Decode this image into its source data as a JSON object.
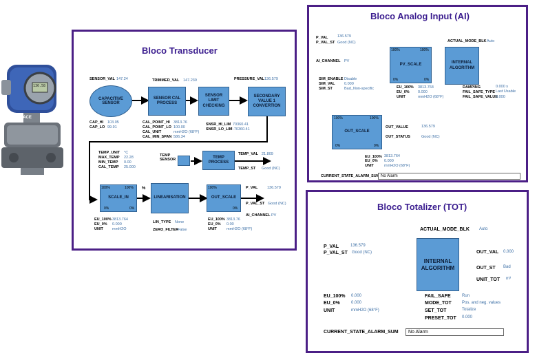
{
  "transducer": {
    "title": "Bloco Transducer",
    "capacitive_sensor": "CAPACITIVE SENSOR",
    "sensor_cal": "SENSOR CAL PROCESS",
    "sensor_limit": "SENSOR LIMIT CHECKING",
    "secondary": "SECONDARY VALUE 1 CONVERTION",
    "temp_process": "TEMP PROCESS",
    "scale_in": "SCALE_IN",
    "linearisation": "LINEARISATION",
    "out_scale": "OUT_SCALE",
    "sensor_val_lbl": "SENSOR_VAL",
    "sensor_val": "147.24",
    "trimmed_val_lbl": "TRIMMED_VAL",
    "trimmed_val": "147.239",
    "pressure_val_lbl": "PRESSURE_VAL",
    "pressure_val": "136.579",
    "cap_hi_lbl": "CAP_HI",
    "cap_hi": "103.05",
    "cap_lo_lbl": "CAP_LO",
    "cap_lo": "99.91",
    "cal_point_hi_lbl": "CAL_POINT_HI",
    "cal_point_hi": "3813.76",
    "cal_point_lo_lbl": "CAL_POINT_LO",
    "cal_point_lo": "100.00",
    "cal_unit_lbl": "CAL_UNIT",
    "cal_unit": "mmH2O (68°F)",
    "cal_min_span_lbl": "CAL_MIN_SPAN",
    "cal_min_span": "586.34",
    "snsr_hi_lim_lbl": "SNSR_HI_LIM",
    "snsr_hi_lim": "70360.41",
    "snsr_lo_lim_lbl": "SNSR_LO_LIM",
    "snsr_lo_lim": "-70360.41",
    "temp_unit_lbl": "TEMP_UNIT",
    "temp_unit": "°C",
    "max_temp_lbl": "MAX_TEMP",
    "max_temp": "22.28",
    "min_temp_lbl": "MIN_TEMP",
    "min_temp": "0.00",
    "cal_temp_lbl": "CAL_TEMP",
    "cal_temp": "25.000",
    "temp_sensor": "TEMP SENSOR",
    "temp_val_lbl": "TEMP_VAL",
    "temp_val": "21.809",
    "temp_st_lbl": "TEMP_ST",
    "temp_st": "Good (NC)",
    "pct_100": "100%",
    "pct_0": "0%",
    "pct": "%",
    "p_val_lbl": "P_VAL",
    "p_val": "136.579",
    "p_val_st_lbl": "P_VAL_ST",
    "p_val_st": "Good (NC)",
    "ai_channel_lbl": "AI_CHANNEL",
    "ai_channel": "PV",
    "eu100_lbl": "EU_100%",
    "eu100": "3813.764",
    "eu0_lbl": "EU_0%",
    "eu0": "0.000",
    "unit_lbl": "UNIT",
    "unit": "mmH2O",
    "lin_type_lbl": "LIN_TYPE",
    "lin_type": "None",
    "zero_filter_lbl": "ZERO_FILTER",
    "zero_filter": "False",
    "out_eu100_lbl": "EU_100%",
    "out_eu100": "3813.76",
    "out_eu0_lbl": "EU_0%",
    "out_eu0": "0.00",
    "out_unit_lbl": "UNIT",
    "out_unit": "mmH2O (68°F)"
  },
  "device": {
    "brand": "VIVACE",
    "display": "136.58"
  },
  "ai": {
    "title": "Bloco Analog Input (AI)",
    "p_val_lbl": "P_VAL",
    "p_val": "136.579",
    "p_val_st_lbl": "P_VAL_ST",
    "p_val_st": "Good (NC)",
    "actual_mode_lbl": "ACTUAL_MODE_BLK",
    "actual_mode": "Auto",
    "ai_channel_lbl": "AI_CHANNEL",
    "ai_channel": "PV",
    "pv_scale": "PV_SCALE",
    "internal_algorithm": "INTERNAL ALGORITHM",
    "out_scale": "OUT_SCALE",
    "pct_100": "100%",
    "pct_0": "0%",
    "sim_enable_lbl": "SIM_ENABLE",
    "sim_enable": "Disable",
    "sim_val_lbl": "SIM_VAL",
    "sim_val": "0.000",
    "sim_st_lbl": "SIM_ST",
    "sim_st": "Bad_Non-specific",
    "eu100_lbl": "EU_100%",
    "eu100": "3813.764",
    "eu0_lbl": "EU_0%",
    "eu0": "0.000",
    "unit_lbl": "UNIT",
    "unit": "mmH2O (68°F)",
    "damping_lbl": "DAMPING",
    "damping": "0.000 s",
    "fail_safe_type_lbl": "FAIL_SAFE_TYPE",
    "fail_safe_type": "Last Usable",
    "fail_safe_value_lbl": "FAIL_SAFE_VALUE",
    "fail_safe_value": "0.000",
    "out_value_lbl": "OUT_VALUE",
    "out_value": "136.579",
    "out_status_lbl": "OUT_STATUS",
    "out_status": "Good (NC)",
    "o_eu100_lbl": "EU_100%",
    "o_eu100": "3813.764",
    "o_eu0_lbl": "EU_0%",
    "o_eu0": "0.000",
    "o_unit_lbl": "UNIT",
    "o_unit": "mmH2O (68°F)",
    "alarm_lbl": "CURRENT_STATE_ALARM_SUM",
    "alarm": "No Alarm"
  },
  "tot": {
    "title": "Bloco Totalizer (TOT)",
    "actual_mode_lbl": "ACTUAL_MODE_BLK",
    "actual_mode": "Auto",
    "p_val_lbl": "P_VAL",
    "p_val": "136.579",
    "p_val_st_lbl": "P_VAL_ST",
    "p_val_st": "Good (NC)",
    "internal_algorithm": "INTERNAL ALGORITHM",
    "out_val_lbl": "OUT_VAL",
    "out_val": "0.000",
    "out_st_lbl": "OUT_ST",
    "out_st": "Bad",
    "unit_tot_lbl": "UNIT_TOT",
    "unit_tot": "m³",
    "eu100_lbl": "EU_100%",
    "eu100": "0.000",
    "eu0_lbl": "EU_0%",
    "eu0": "0.000",
    "unit_lbl": "UNIT",
    "unit": "mmH2O (68°F)",
    "fail_safe_lbl": "FAIL_SAFE",
    "fail_safe": "Run",
    "mode_tot_lbl": "MODE_TOT",
    "mode_tot": "Pos. and neg. values",
    "set_tot_lbl": "SET_TOT",
    "set_tot": "Totalize",
    "preset_tot_lbl": "PRESET_TOT",
    "preset_tot": "0.000",
    "alarm_lbl": "CURRENT_STATE_ALARM_SUM",
    "alarm": "No Alarm"
  }
}
